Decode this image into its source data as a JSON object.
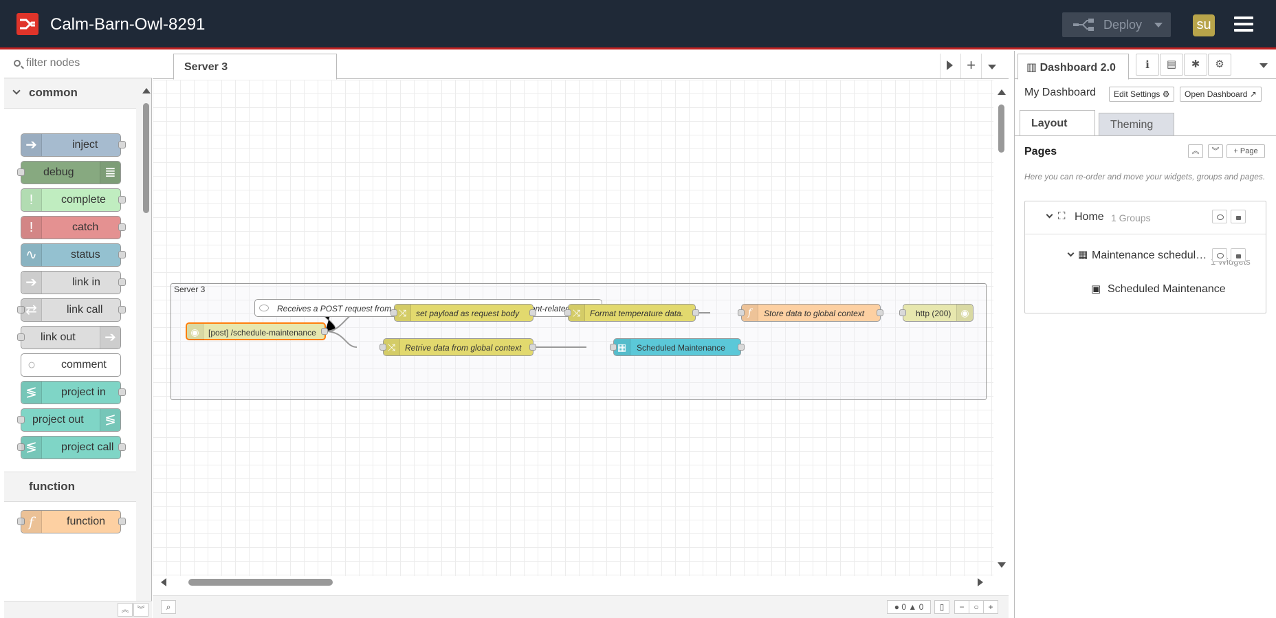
{
  "header": {
    "app_title": "Calm-Barn-Owl-8291",
    "deploy_label": "Deploy",
    "user_initials": "su"
  },
  "palette": {
    "search_placeholder": "filter nodes",
    "categories": [
      {
        "name": "common",
        "nodes": [
          {
            "label": "inject",
            "color": "#a6bbcf"
          },
          {
            "label": "debug",
            "color": "#87a980"
          },
          {
            "label": "complete",
            "color": "#c0edc0"
          },
          {
            "label": "catch",
            "color": "#e49191"
          },
          {
            "label": "status",
            "color": "#94c1d0"
          },
          {
            "label": "link in",
            "color": "#dddddd"
          },
          {
            "label": "link call",
            "color": "#dddddd"
          },
          {
            "label": "link out",
            "color": "#dddddd"
          },
          {
            "label": "comment",
            "color": "#ffffff"
          },
          {
            "label": "project in",
            "color": "#7fd5c6"
          },
          {
            "label": "project out",
            "color": "#7fd5c6"
          },
          {
            "label": "project call",
            "color": "#7fd5c6"
          }
        ]
      },
      {
        "name": "function",
        "nodes": [
          {
            "label": "function",
            "color": "#fdd0a2"
          }
        ]
      }
    ]
  },
  "workspace": {
    "tab_label": "Server 3",
    "group_label": "Server 3",
    "comment": "Receives a POST request from Server 2 with a payload containing event-related data.",
    "nodes": {
      "http_in": "[post] /schedule-maintenance",
      "set_payload": "set payload as request body",
      "format_temp": "Format temperature data.",
      "store_data": "Store data to global context",
      "http_response": "http (200)",
      "retrieve_data": "Retrive data from global context",
      "table_widget": "Scheduled Maintenance"
    },
    "footer": {
      "error_count": "0",
      "warning_count": "0"
    }
  },
  "sidebar": {
    "active_tab": "Dashboard 2.0",
    "dashboard_name": "My Dashboard",
    "edit_settings": "Edit Settings",
    "open_dashboard": "Open Dashboard",
    "tabs": {
      "layout": "Layout",
      "theming": "Theming"
    },
    "pages_title": "Pages",
    "add_page": "Page",
    "pages_help": "Here you can re-order and move your widgets, groups and pages.",
    "tree": {
      "page_name": "Home",
      "page_meta": "1 Groups",
      "group_name": "Maintenance schedul…",
      "group_meta": "1 Widgets",
      "widget_name": "Scheduled Maintenance"
    }
  },
  "colors": {
    "header_bg": "#1f2937",
    "header_accent": "#c02020",
    "http_in": "#e7e7ae",
    "change": "#e2d96e",
    "function": "#fdd0a2",
    "table": "#5bc8d8",
    "avatar": "#b8a44a"
  }
}
